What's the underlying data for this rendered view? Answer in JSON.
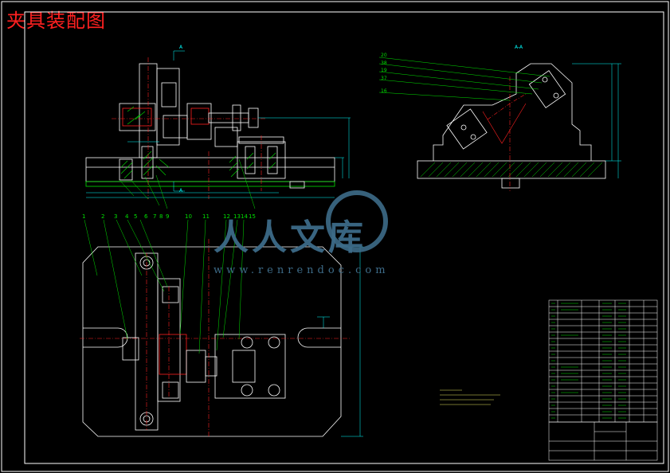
{
  "title": "夹具装配图",
  "watermark": {
    "main": "人人文库",
    "url": "www.renrendoc.com"
  },
  "section_labels": {
    "view_a_top": "A",
    "view_a_bottom": "A",
    "section_aa": "A-A"
  },
  "callouts_front": [
    "1",
    "2",
    "3",
    "4",
    "5",
    "6",
    "7",
    "8",
    "9",
    "10",
    "11",
    "12",
    "13",
    "14",
    "15"
  ],
  "callouts_section": [
    "20",
    "38",
    "19",
    "37",
    "16"
  ],
  "colors": {
    "title": "#ff2020",
    "outline": "#ffffff",
    "callout": "#00e000",
    "dimension": "#00ffff",
    "centerline": "#ff2020",
    "hatch": "#00e000",
    "watermark": "#3d6b88"
  }
}
